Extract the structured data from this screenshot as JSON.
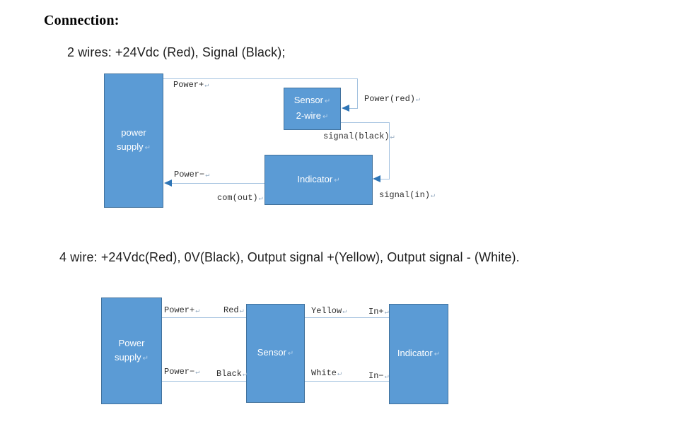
{
  "title": "Connection:",
  "headings": {
    "two_wire": "2 wires: +24Vdc (Red), Signal (Black);",
    "four_wire": "4 wire: +24Vdc(Red), 0V(Black), Output signal +(Yellow), Output signal - (White)."
  },
  "marks": {
    "return": "↵"
  },
  "colors": {
    "box_fill": "#5b9bd5",
    "box_border": "#41719c",
    "wire": "#a5c3e0",
    "arrow": "#2e75b6"
  },
  "diagram_2wire": {
    "power_supply_line1": "power",
    "power_supply_line2": "supply",
    "sensor_line1": "Sensor",
    "sensor_line2": "2-wire",
    "indicator": "Indicator",
    "labels": {
      "power_plus": "Power+",
      "power_red": "Power(red)",
      "signal_black": "signal(black)",
      "power_minus": "Power−",
      "com_out": "com(out)",
      "signal_in": "signal(in)"
    }
  },
  "diagram_4wire": {
    "power_supply_line1": "Power",
    "power_supply_line2": "supply",
    "sensor": "Sensor",
    "indicator": "Indicator",
    "labels": {
      "power_plus": "Power+",
      "red": "Red",
      "yellow": "Yellow",
      "in_plus": "In+",
      "power_minus": "Power−",
      "black": "Black",
      "white": "White",
      "in_minus": "In−"
    }
  }
}
